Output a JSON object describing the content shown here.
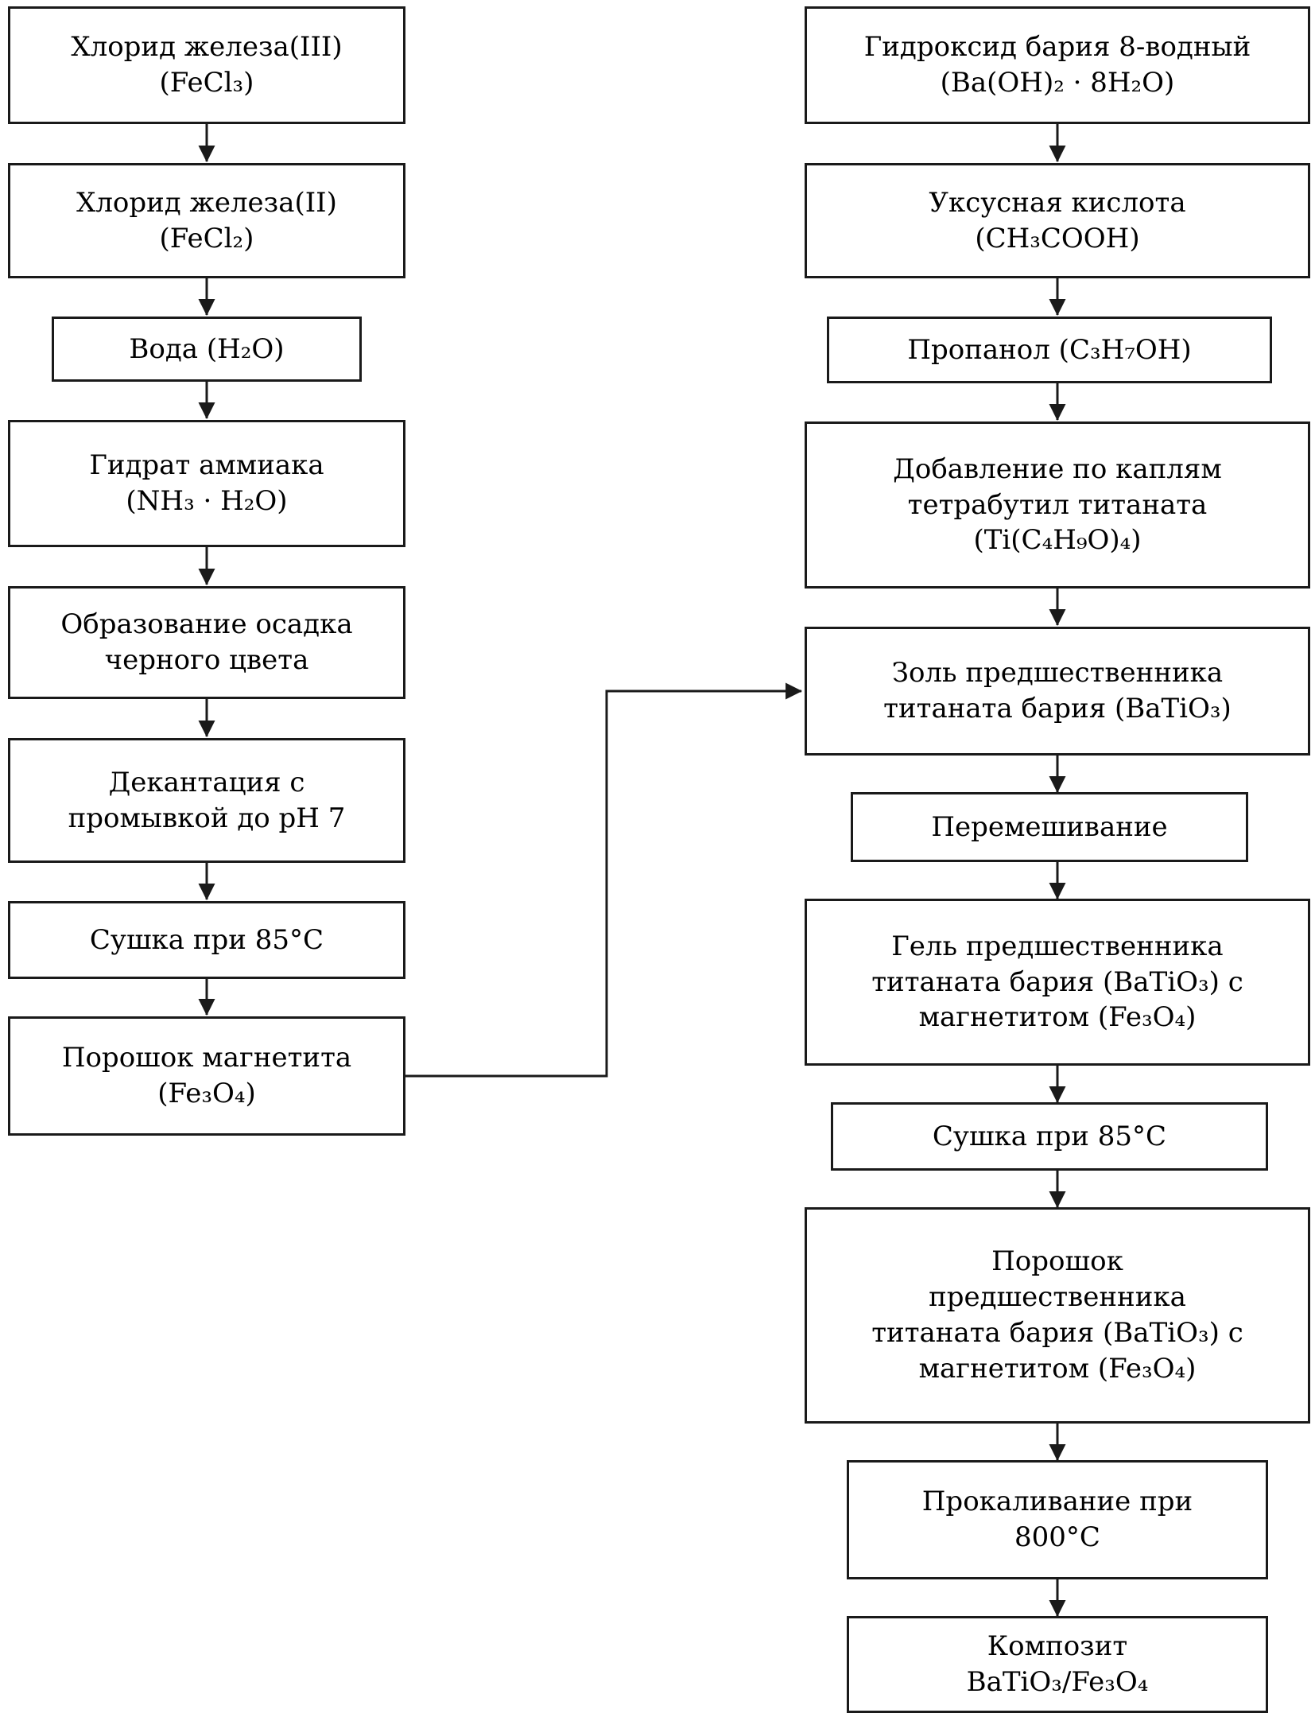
{
  "flowchart": {
    "left_branch": [
      {
        "text": "Хлорид железа(III)\n(FeCl₃)"
      },
      {
        "text": "Хлорид железа(II)\n(FeCl₂)"
      },
      {
        "text": "Вода (H₂O)"
      },
      {
        "text": "Гидрат аммиака\n(NH₃ · H₂O)"
      },
      {
        "text": "Образование осадка\nчерного цвета"
      },
      {
        "text": "Декантация с\nпромывкой до pH 7"
      },
      {
        "text": "Сушка при 85°C"
      },
      {
        "text": "Порошок магнетита\n(Fe₃O₄)"
      }
    ],
    "right_branch": [
      {
        "text": "Гидроксид бария 8-водный\n(Ba(OH)₂ · 8H₂O)"
      },
      {
        "text": "Уксусная кислота\n(CH₃COOH)"
      },
      {
        "text": "Пропанол (C₃H₇OH)"
      },
      {
        "text": "Добавление по каплям\nтетрабутил титаната\n(Ti(C₄H₉O)₄)"
      },
      {
        "text": "Золь предшественника\nтитаната бария (BaTiO₃)"
      },
      {
        "text": "Перемешивание"
      },
      {
        "text": "Гель предшественника\nтитаната бария (BaTiO₃) с\nмагнетитом (Fe₃O₄)"
      },
      {
        "text": "Сушка при 85°C"
      },
      {
        "text": "Порошок\nпредшественника\nтитаната бария (BaTiO₃) с\nмагнетитом (Fe₃O₄)"
      },
      {
        "text": "Прокаливание при\n800°C"
      },
      {
        "text": "Композит\nBaTiO₃/Fe₃O₄"
      }
    ]
  },
  "colors": {
    "box_border": "#1a1a1a",
    "box_background": "#ffffff",
    "text": "#000000",
    "arrow": "#1a1a1a"
  }
}
